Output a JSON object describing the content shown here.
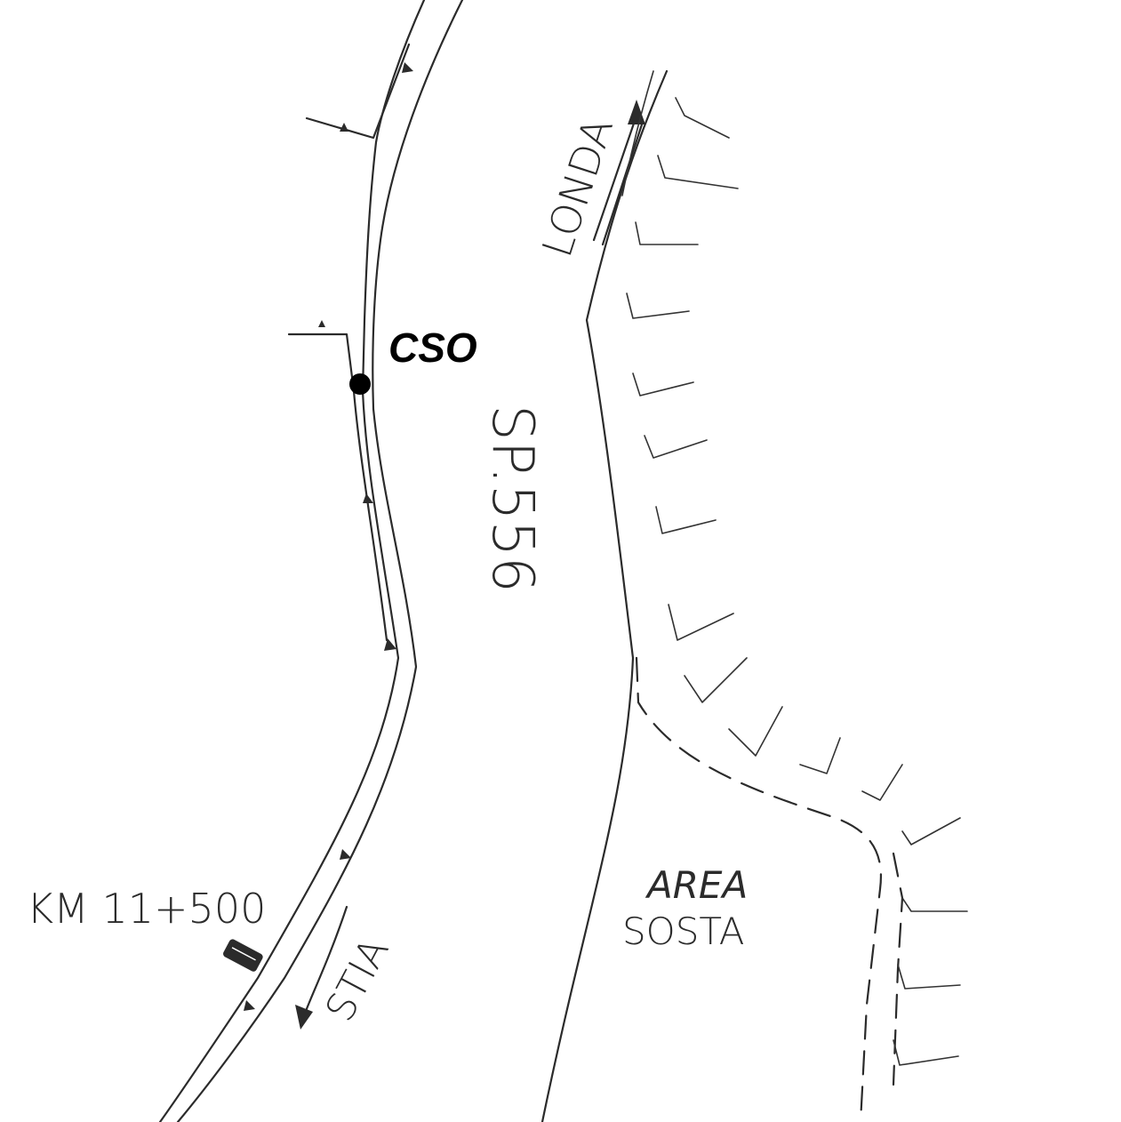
{
  "map": {
    "marker_label": "CSO",
    "road_label": "SP.556",
    "direction_north": "LONDA",
    "direction_south": "STIA",
    "kilometer_label": "KM 11+500",
    "area_label_line1": "AREA",
    "area_label_line2": "SOSTA",
    "icons": [
      "direction-arrow-icon",
      "milestone-icon",
      "vegetation-icon",
      "point-marker-icon"
    ]
  }
}
